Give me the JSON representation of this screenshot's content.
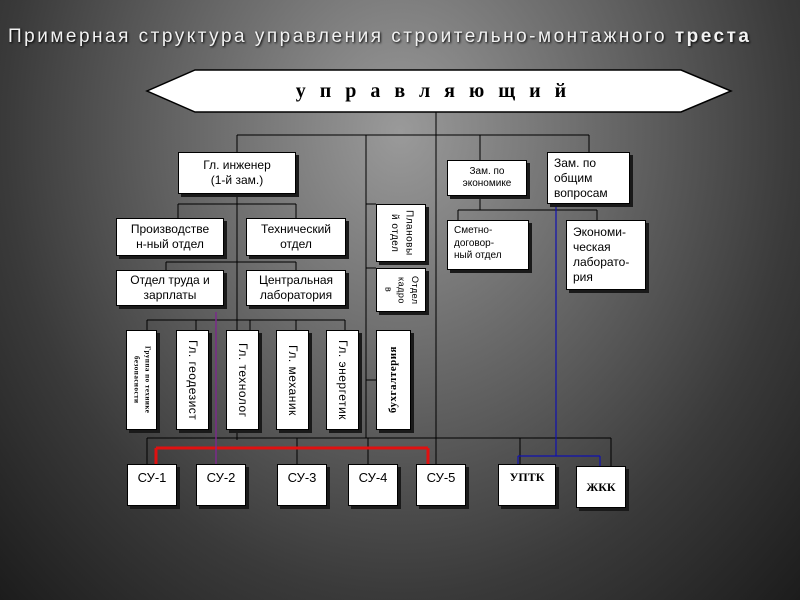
{
  "title": {
    "text": "Примерная структура управления строительно-монтажного",
    "bold": "треста"
  },
  "head": "управляющий",
  "chief_engineer": "Гл. инженер\n(1-й зам.)",
  "deputy_economics": "Зам. по\nэкономике",
  "deputy_general": "Зам. по\nобщим\nвопросам",
  "production_dept": "Производстве\nн-ный отдел",
  "technical_dept": "Технический\nотдел",
  "labor_dept": "Отдел труда и\nзарплаты",
  "central_lab": "Центральная\nлаборатория",
  "planning_dept": [
    "Плановы",
    "й отдел"
  ],
  "hr_dept": [
    "Отдел",
    "кадро",
    "в"
  ],
  "contract_dept": "Сметно-\nдоговор-\nный отдел",
  "econ_lab": "Экономи-\nческая\nлаборато-\nрия",
  "safety_group": [
    "Группа по технике",
    "безопасности"
  ],
  "geodesist": "Гл. геодезист",
  "technologist": "Гл. технолог",
  "mechanic": "Гл. механик",
  "power_engineer": "Гл. энергетик",
  "accounting": "бухгалтерия",
  "units": [
    "СУ-1",
    "СУ-2",
    "СУ-3",
    "СУ-4",
    "СУ-5",
    "УПТК",
    "ЖКК"
  ]
}
